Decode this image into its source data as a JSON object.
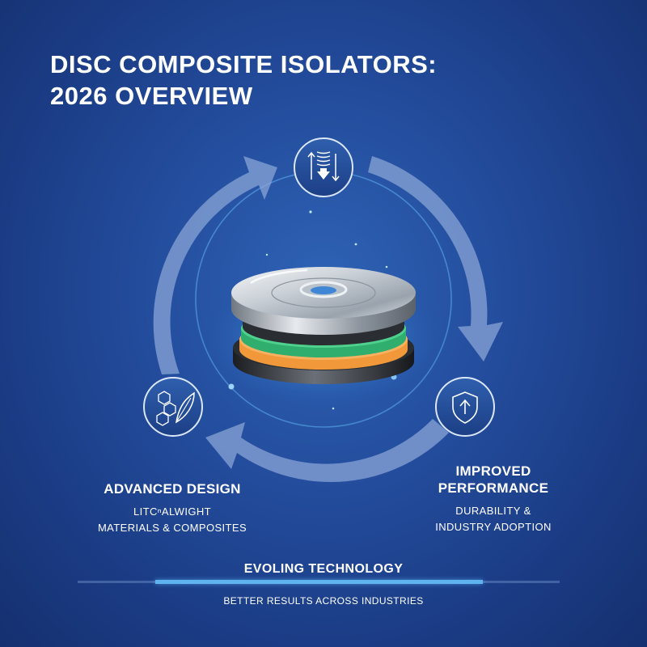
{
  "title": {
    "line1": "DISC COMPOSITE ISOLATORS:",
    "line2": "2026 OVERVIEW"
  },
  "stages": [
    {
      "id": "top",
      "icon": "spring-compression-icon",
      "heading": "",
      "subtext": ""
    },
    {
      "id": "left",
      "icon": "molecule-leaf-icon",
      "heading": "ADVANCED DESIGN",
      "subtext_line1": "LITCⁿALWIGHT",
      "subtext_line2": "MATERIALS & COMPOSITES"
    },
    {
      "id": "right",
      "icon": "shield-arrow-icon",
      "heading_line1": "IMPROVED",
      "heading_line2": "PERFORMANCE",
      "subtext_line1": "DURABILITY &",
      "subtext_line2": "INDUSTRY ADOPTION"
    }
  ],
  "center": {
    "icon": "disc-isolator-icon"
  },
  "footer": {
    "title": "EVOLING TECHNOLOGY",
    "subtitle": "BETTER RESULTS ACROSS INDUSTRIES",
    "progress": 0.68
  },
  "colors": {
    "background": "#234c9c",
    "arrow": "#8ea8d8",
    "accent_green": "#3fbf7f",
    "accent_orange": "#f0983a",
    "glow": "#5fb3ee"
  }
}
